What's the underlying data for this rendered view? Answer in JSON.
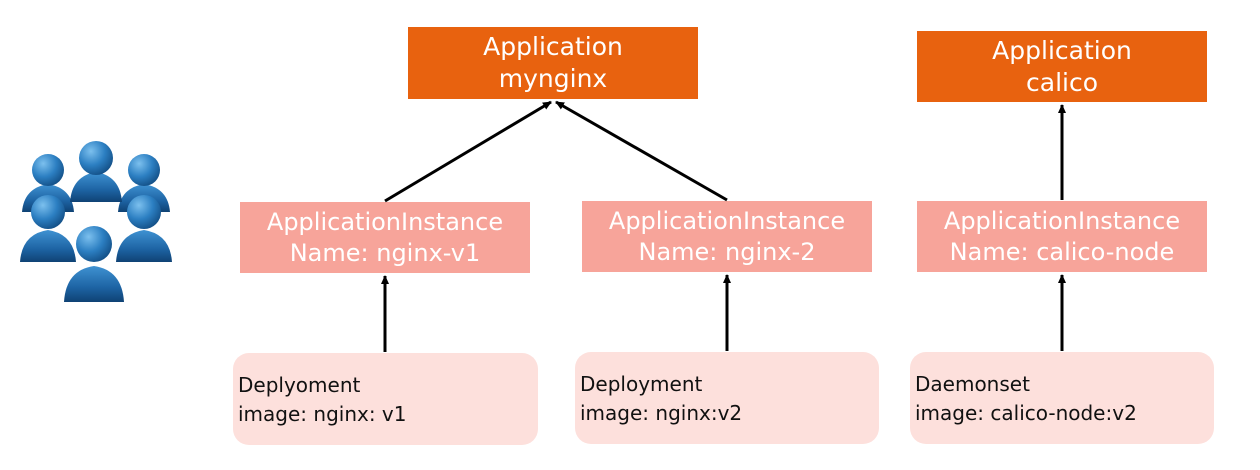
{
  "applications": [
    {
      "line1": "Application",
      "line2": "mynginx"
    },
    {
      "line1": "Application",
      "line2": "calico"
    }
  ],
  "instances": [
    {
      "line1": "ApplicationInstance",
      "line2": "Name: nginx-v1"
    },
    {
      "line1": "ApplicationInstance",
      "line2": "Name: nginx-2"
    },
    {
      "line1": "ApplicationInstance",
      "line2": "Name: calico-node"
    }
  ],
  "workloads": [
    {
      "line1": "Deplyoment",
      "line2": "image: nginx: v1"
    },
    {
      "line1": "Deployment",
      "line2": "image: nginx:v2"
    },
    {
      "line1": "Daemonset",
      "line2": "image: calico-node:v2"
    }
  ],
  "icons": {
    "users": "users-group-icon"
  },
  "colors": {
    "application": "#e8620f",
    "instance": "#f7a49a",
    "workload": "#fde0dc",
    "users": "#1e6aa8"
  }
}
